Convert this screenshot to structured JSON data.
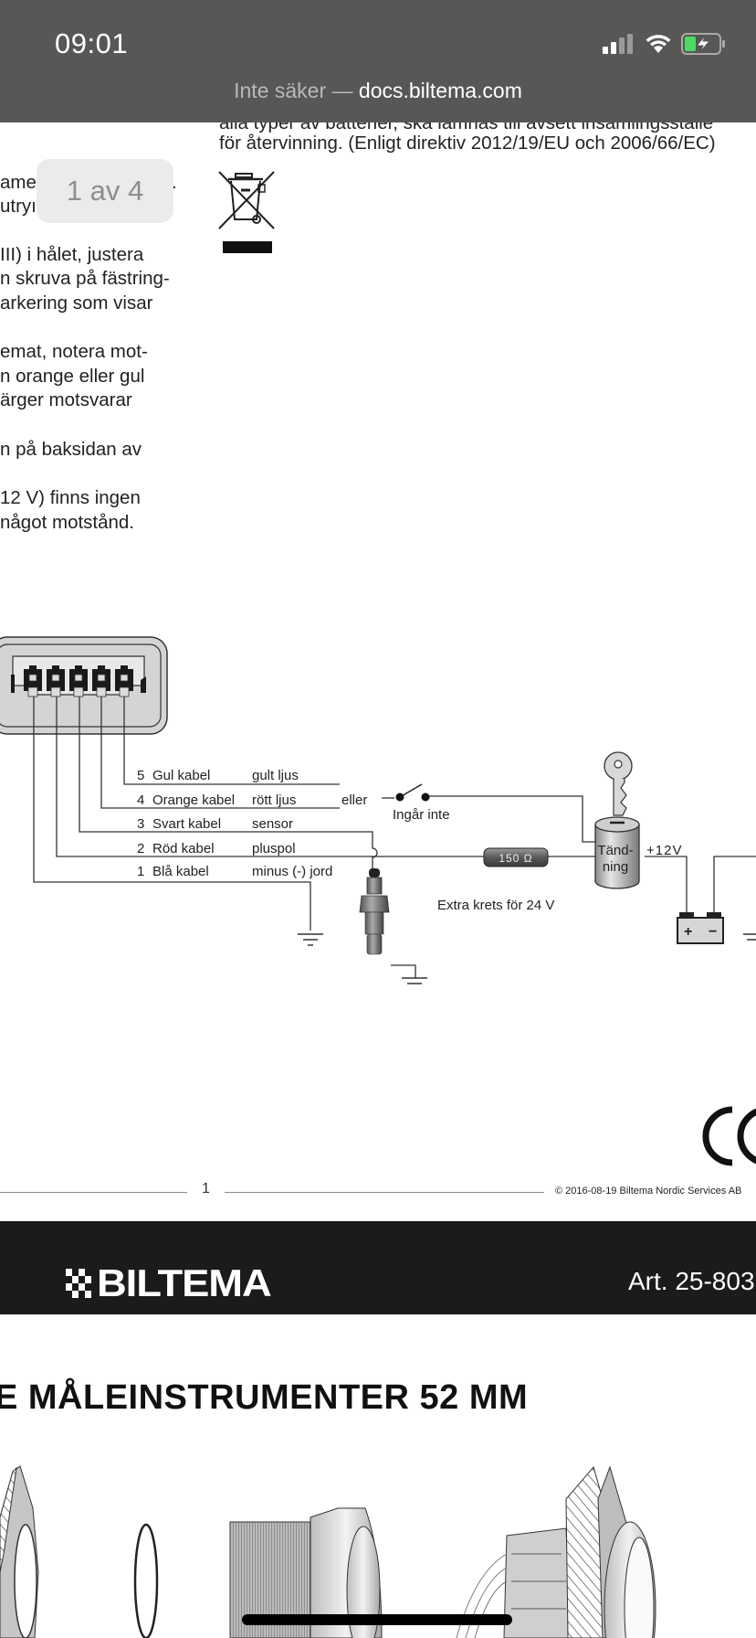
{
  "status_bar": {
    "time": "09:01",
    "icons": [
      "cellular-signal-icon",
      "wifi-icon",
      "battery-charging-icon"
    ],
    "battery_color": "#4cd964"
  },
  "browser": {
    "url_prefix": "Inte säker — ",
    "url_host": "docs.biltema.com"
  },
  "page_indicator": "1 av 4",
  "document": {
    "right_column": {
      "line_cut": "alla typer av batterier, ska lämnas till avsett insamlingsställe",
      "line_2": "för återvinning. (Enligt direktiv 2012/19/EU och 2006/66/EC)"
    },
    "left_column": [
      "amet",
      "utryı",
      "III) i hålet, justera",
      "n skruva på fästring-",
      "arkering som visar",
      "emat, notera mot-",
      "n orange eller gul",
      "ärger motsvarar",
      "n på baksidan av",
      "12 V) finns ingen",
      "något motstånd."
    ],
    "left_column_dot": "."
  },
  "wiring_diagram": {
    "wires": [
      {
        "num": "5",
        "name": "Gul kabel",
        "function": "gult ljus"
      },
      {
        "num": "4",
        "name": "Orange kabel",
        "function": "rött ljus"
      },
      {
        "num": "3",
        "name": "Svart kabel",
        "function": "sensor"
      },
      {
        "num": "2",
        "name": "Röd kabel",
        "function": "pluspol"
      },
      {
        "num": "1",
        "name": "Blå kabel",
        "function": "minus (-) jord"
      }
    ],
    "or_label": "eller",
    "switch_label": "Ingår inte",
    "resistor_label": "150 Ω",
    "extra_circuit_label": "Extra krets för 24 V",
    "ignition_label_1": "Tänd-",
    "ignition_label_2": "ning",
    "voltage_label": "+12V",
    "battery_plus": "+",
    "battery_minus": "−"
  },
  "footer": {
    "page_number": "1",
    "copyright": "© 2016-08-19 Biltema Nordic Services AB"
  },
  "brand_band": {
    "logo_text": "BILTEMA",
    "article": "Art. 25-803"
  },
  "next_page": {
    "heading": "E MÅLEINSTRUMENTER 52 MM"
  }
}
